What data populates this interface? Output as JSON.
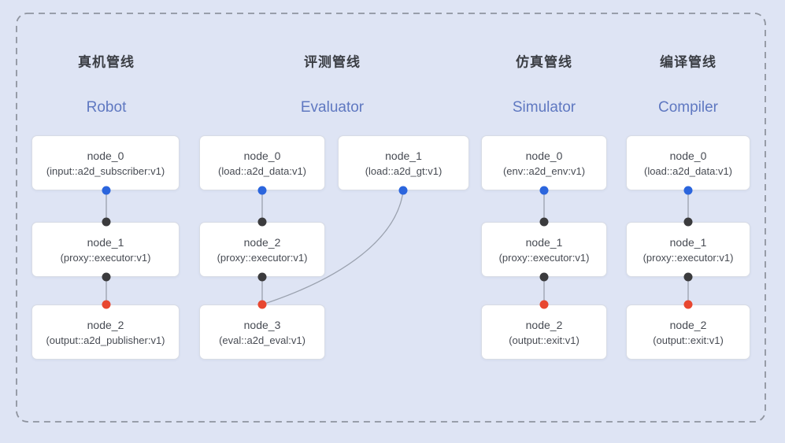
{
  "diagram": {
    "pipelines": [
      {
        "title_zh": "真机管线",
        "title_en": "Robot",
        "nodes": [
          {
            "name": "node_0",
            "type": "(input::a2d_subscriber:v1)"
          },
          {
            "name": "node_1",
            "type": "(proxy::executor:v1)"
          },
          {
            "name": "node_2",
            "type": "(output::a2d_publisher:v1)"
          }
        ]
      },
      {
        "title_zh": "评测管线",
        "title_en": "Evaluator",
        "nodes": [
          {
            "name": "node_0",
            "type": "(load::a2d_data:v1)"
          },
          {
            "name": "node_1",
            "type": "(load::a2d_gt:v1)"
          },
          {
            "name": "node_2",
            "type": "(proxy::executor:v1)"
          },
          {
            "name": "node_3",
            "type": "(eval::a2d_eval:v1)"
          }
        ]
      },
      {
        "title_zh": "仿真管线",
        "title_en": "Simulator",
        "nodes": [
          {
            "name": "node_0",
            "type": "(env::a2d_env:v1)"
          },
          {
            "name": "node_1",
            "type": "(proxy::executor:v1)"
          },
          {
            "name": "node_2",
            "type": "(output::exit:v1)"
          }
        ]
      },
      {
        "title_zh": "编译管线",
        "title_en": "Compiler",
        "nodes": [
          {
            "name": "node_0",
            "type": "(load::a2d_data:v1)"
          },
          {
            "name": "node_1",
            "type": "(proxy::executor:v1)"
          },
          {
            "name": "node_2",
            "type": "(output::exit:v1)"
          }
        ]
      }
    ]
  },
  "colors": {
    "background": "#dee4f4",
    "box_border": "#d8dce5",
    "connector": "#9aa1ae",
    "dot_blue": "#2b65dd",
    "dot_black": "#3b3b3d",
    "dot_red": "#e84730",
    "title_zh": "#3b3e44",
    "title_en": "#5f78c1",
    "frame_dash": "#8f949f",
    "node_text": "#474b53"
  }
}
